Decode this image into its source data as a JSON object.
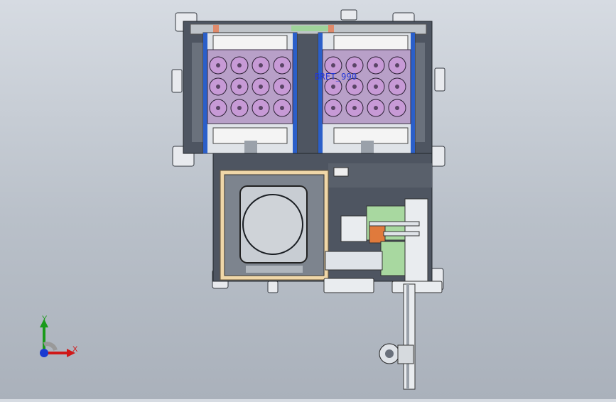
{
  "model_view": {
    "annotation": "BRET_990",
    "background_top": "#d6dbe2",
    "background_bottom": "#aab1bb"
  },
  "triad": {
    "y_label": "Y",
    "x_label": "X",
    "y_color": "#1a9a1a",
    "x_color": "#d01818",
    "origin_color": "#1a3ad0"
  },
  "colors": {
    "frame": "#4e5561",
    "frame_dark": "#3b414b",
    "blue_rail": "#2b5fc9",
    "tray": "#b8a0c8",
    "part": "#c79ad6",
    "green_plate": "#a8d8a0",
    "cream_border": "#f0d7a8",
    "accent_red": "#e07a3c"
  }
}
